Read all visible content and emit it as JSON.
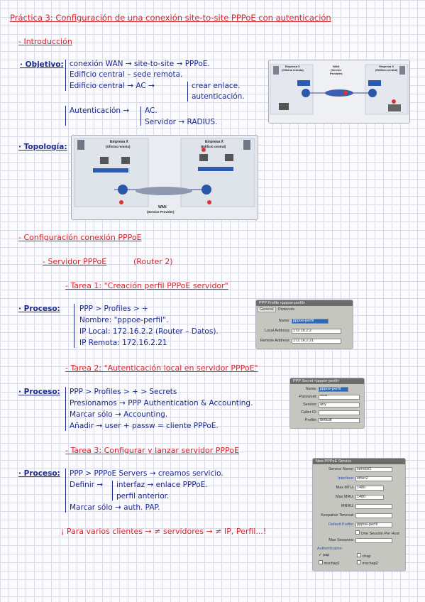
{
  "title": "Práctica 3: Configuración de una conexión site-to-site PPPoE con autenticación",
  "intro_heading": "- Introducción",
  "objetivo": {
    "label": "· Objetivo:",
    "lines": [
      "conexión WAN → site-to-site → PPPoE.",
      "Edificio central – sede remota.",
      "Edificio central → AC →",
      "crear enlace.",
      "autenticación.",
      "Autenticación →",
      "AC.",
      "Servidor → RADIUS."
    ]
  },
  "topologia": {
    "label": "· Topología:"
  },
  "network_top": {
    "left_site": "Empresa X\n(Oficina remota)",
    "wan": "WAN\n(Service\nProvider)",
    "right_site": "Empresa X\n(Edificio central)"
  },
  "network_big": {
    "left_title": "Empresa X",
    "left_sub": "(Oficina remota)",
    "right_title": "Empresa X",
    "right_sub": "(Edificio central)",
    "wan_title": "WAN",
    "wan_sub": "(Service Provider)"
  },
  "config_heading": "- Configuración conexión PPPoE",
  "servidor_heading": "- Servidor PPPoE",
  "servidor_router": "(Router 2)",
  "tarea1": {
    "heading": "- Tarea 1: \"Creación perfil PPPoE servidor\"",
    "label": "· Proceso:",
    "lines": [
      "PPP > Profiles > +",
      "Nombre: \"pppoe-perfil\".",
      "IP Local: 172.16.2.2 (Router – Datos).",
      "IP Remota: 172.16.2.21"
    ],
    "dialog": {
      "title": "PPP Profile <pppoe-perfil>",
      "tabs": [
        "General",
        "Protocols"
      ],
      "fields": [
        {
          "label": "Name:",
          "value": "pppoe-perfil"
        },
        {
          "label": "Local Address:",
          "value": "172.16.2.2"
        },
        {
          "label": "Remote Address:",
          "value": "172.16.2.21"
        }
      ]
    }
  },
  "tarea2": {
    "heading": "- Tarea 2: \"Autenticación local en servidor PPPoE\"",
    "label": "· Proceso:",
    "lines": [
      "PPP > Profiles > + > Secrets",
      "Presionamos → PPP Authentication & Accounting.",
      "Marcar sólo → Accounting.",
      "Añadir → user + passw = cliente PPPoE."
    ],
    "dialog": {
      "title": "PPP Secret <pppoe-perfil>",
      "fields": [
        {
          "label": "Name:",
          "value": "pppoe-perfil"
        },
        {
          "label": "Password:",
          "value": "*****"
        },
        {
          "label": "Service:",
          "value": "any"
        },
        {
          "label": "Caller ID:",
          "value": ""
        },
        {
          "label": "Profile:",
          "value": "default"
        }
      ]
    }
  },
  "tarea3": {
    "heading": "- Tarea 3: Configurar y lanzar servidor PPPoE",
    "label": "· Proceso:",
    "lines": [
      "PPP > PPPoE Servers → creamos servicio.",
      "Definir →",
      "interfaz → enlace PPPoE.",
      "perfil anterior.",
      "Marcar sólo → auth. PAP."
    ],
    "dialog": {
      "title": "New PPPoE Service",
      "fields": [
        {
          "label": "Service Name:",
          "value": "service1"
        },
        {
          "label": "Interface:",
          "value": "ether2"
        },
        {
          "label": "Max MTU:",
          "value": "1480"
        },
        {
          "label": "Max MRU:",
          "value": "1480"
        },
        {
          "label": "MRRU:",
          "value": ""
        },
        {
          "label": "Keepalive Timeout:",
          "value": ""
        },
        {
          "label": "Default Profile:",
          "value": "pppoe-perfil"
        },
        {
          "label": "Max Sessions:",
          "value": ""
        }
      ],
      "checkbox_one_session": "One Session Per Host",
      "auth_label": "Authentication",
      "auth_options": [
        {
          "label": "pap",
          "checked": true
        },
        {
          "label": "chap",
          "checked": false
        },
        {
          "label": "mschap1",
          "checked": false
        },
        {
          "label": "mschap2",
          "checked": false
        }
      ]
    }
  },
  "note": "¡ Para varios clientes → ≠ servidores → ≠ IP, Perfil...!",
  "colors": {
    "ink_blue": "#1d2a8c",
    "ink_red": "#d6262c"
  }
}
